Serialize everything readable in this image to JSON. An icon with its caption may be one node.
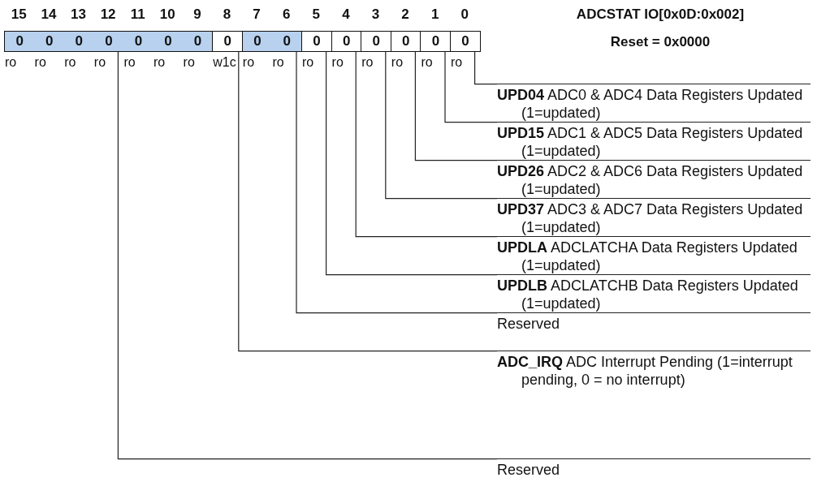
{
  "diagram": {
    "title": "ADCSTAT IO[0x0D:0x002]",
    "nodes": [
      {
        "text": [
          "0",
          "0",
          "0",
          "0",
          "0",
          "0",
          "0"
        ]
      },
      {
        "text": [
          "0"
        ]
      },
      {
        "text": [
          "0",
          "0"
        ]
      },
      {
        "text": [
          "0"
        ]
      },
      {
        "text": [
          "0"
        ]
      },
      {
        "text": [
          "0"
        ]
      },
      {
        "text": [
          "0"
        ]
      },
      {
        "text": [
          "0"
        ]
      },
      {
        "text": [
          "0"
        ]
      },
      {
        "text": [
          "**UPD04** ADC0 & ADC4 Data Registers Updated (1=updated)"
        ]
      },
      {
        "text": [
          "**UPD15** ADC1 & ADC5 Data Registers Updated (1=updated)"
        ]
      },
      {
        "text": [
          "**UPD26** ADC2 & ADC6 Data Registers Updated (1=updated)"
        ]
      },
      {
        "text": [
          "**UPD37** ADC3 & ADC7 Data Registers Updated (1=updated)"
        ]
      },
      {
        "text": [
          "**UPDLA** ADCLATCHA Data Registers Updated (1=updated)"
        ]
      },
      {
        "text": [
          "**UPDLB** ADCLATCHB Data Registers Updated (1=updated)"
        ]
      },
      {
        "text": [
          "Reserved"
        ]
      },
      {
        "text": [
          "**ADC_IRQ** ADC Interrupt Pending (1=interrupt pending, 0 = no interrupt)"
        ]
      },
      {
        "text": [
          "Reserved"
        ]
      }
    ],
    "edges": [
      {
        "from": 9,
        "to": 8,
        "arrow": "none"
      },
      {
        "from": 10,
        "to": 7,
        "arrow": "none"
      },
      {
        "from": 11,
        "to": 6,
        "arrow": "none"
      },
      {
        "from": 12,
        "to": 5,
        "arrow": "none"
      },
      {
        "from": 13,
        "to": 4,
        "arrow": "none"
      },
      {
        "from": 14,
        "to": 3,
        "arrow": "none"
      },
      {
        "from": 15,
        "to": 2,
        "arrow": "none"
      },
      {
        "from": 16,
        "to": 1,
        "arrow": "none"
      },
      {
        "from": 17,
        "to": 0,
        "arrow": "none"
      }
    ],
    "labels": [
      "15",
      "14",
      "13",
      "12",
      "11",
      "10",
      "9",
      "8",
      "7",
      "6",
      "5",
      "4",
      "3",
      "2",
      "1",
      "0",
      "ro",
      "ro",
      "ro",
      "ro",
      "ro",
      "ro",
      "ro",
      "w1c",
      "ro",
      "ro",
      "ro",
      "ro",
      "ro",
      "ro",
      "ro",
      "ro",
      "Reset = 0x0000"
    ]
  }
}
